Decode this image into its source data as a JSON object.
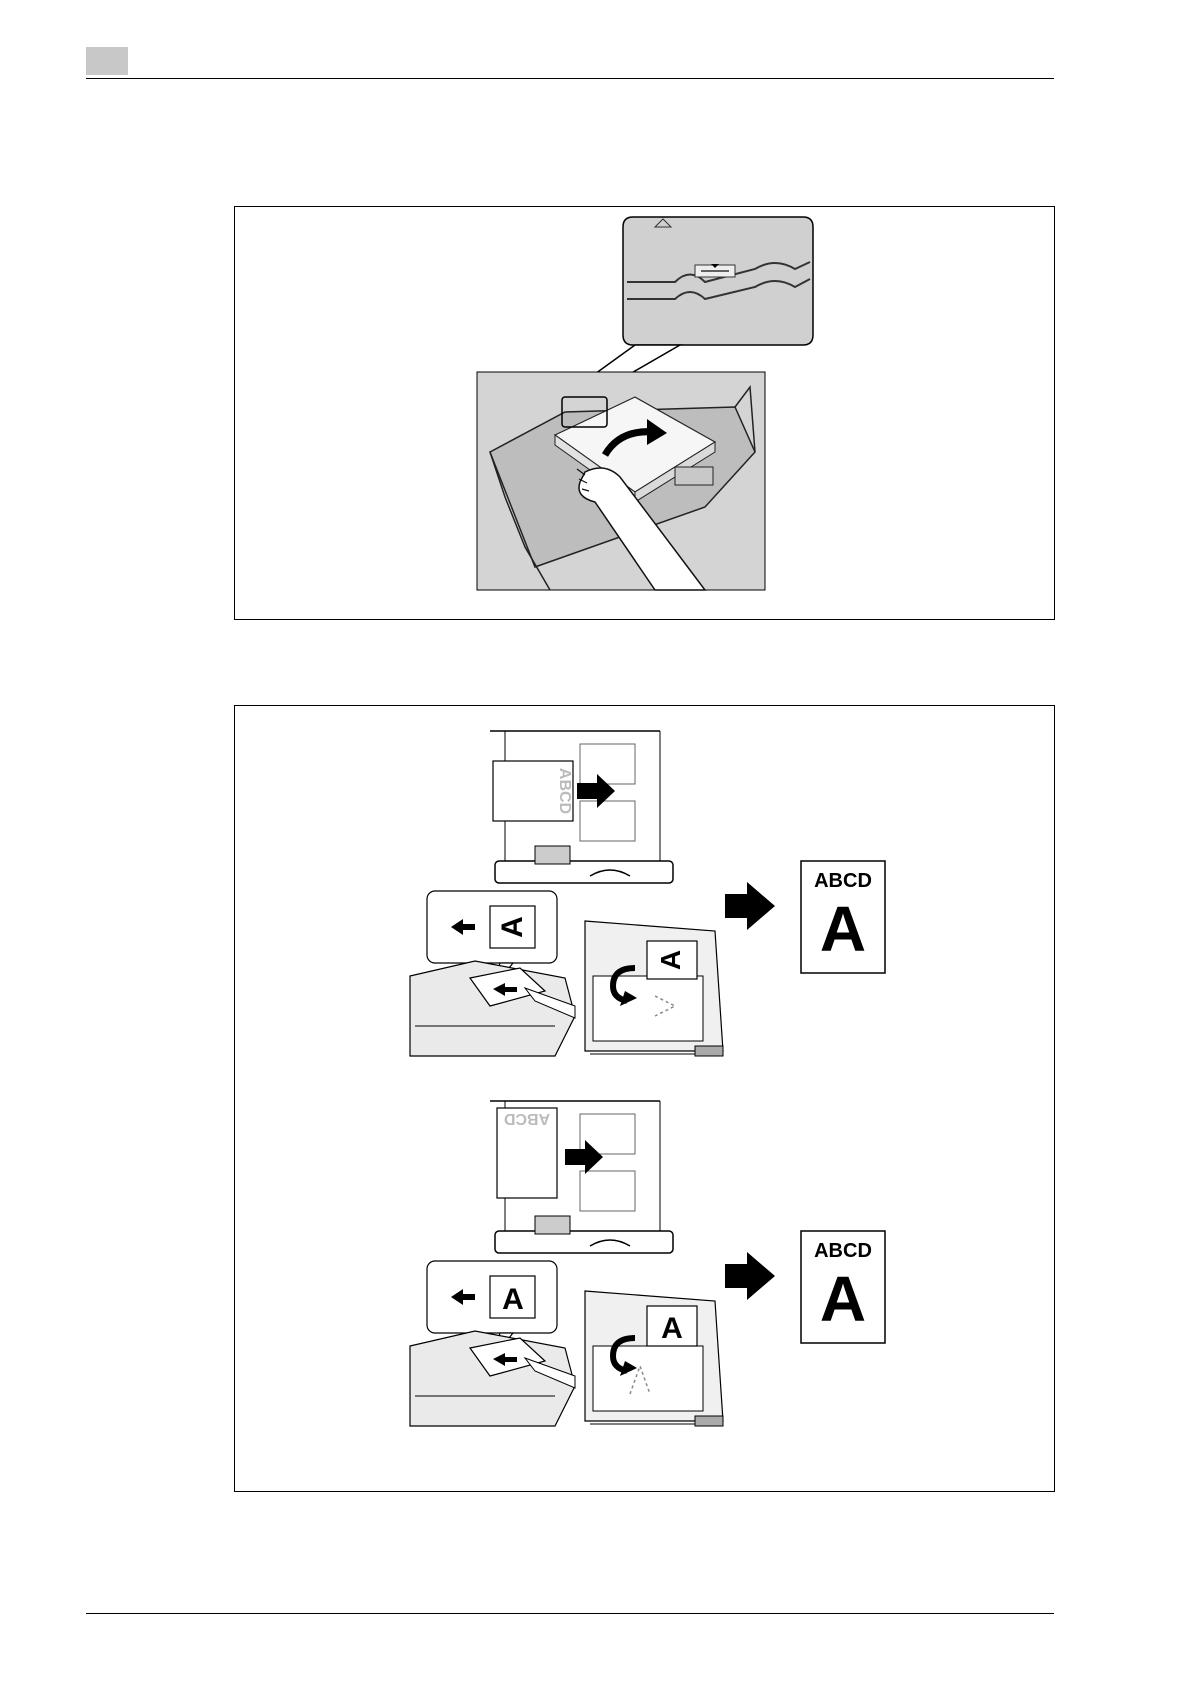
{
  "header": {
    "chapter_tab_color": "#c8c8c8"
  },
  "figure_tray": {
    "illustration": "paper-tray-loading"
  },
  "figure_orientation": {
    "rows": [
      {
        "tray_label": "ABCD",
        "adf_glyph": "A",
        "glass_glyph": "A",
        "output_top": "ABCD",
        "output_big": "A"
      },
      {
        "tray_label": "ABCD",
        "adf_glyph": "A",
        "glass_glyph": "A",
        "output_top": "ABCD",
        "output_big": "A"
      }
    ]
  }
}
